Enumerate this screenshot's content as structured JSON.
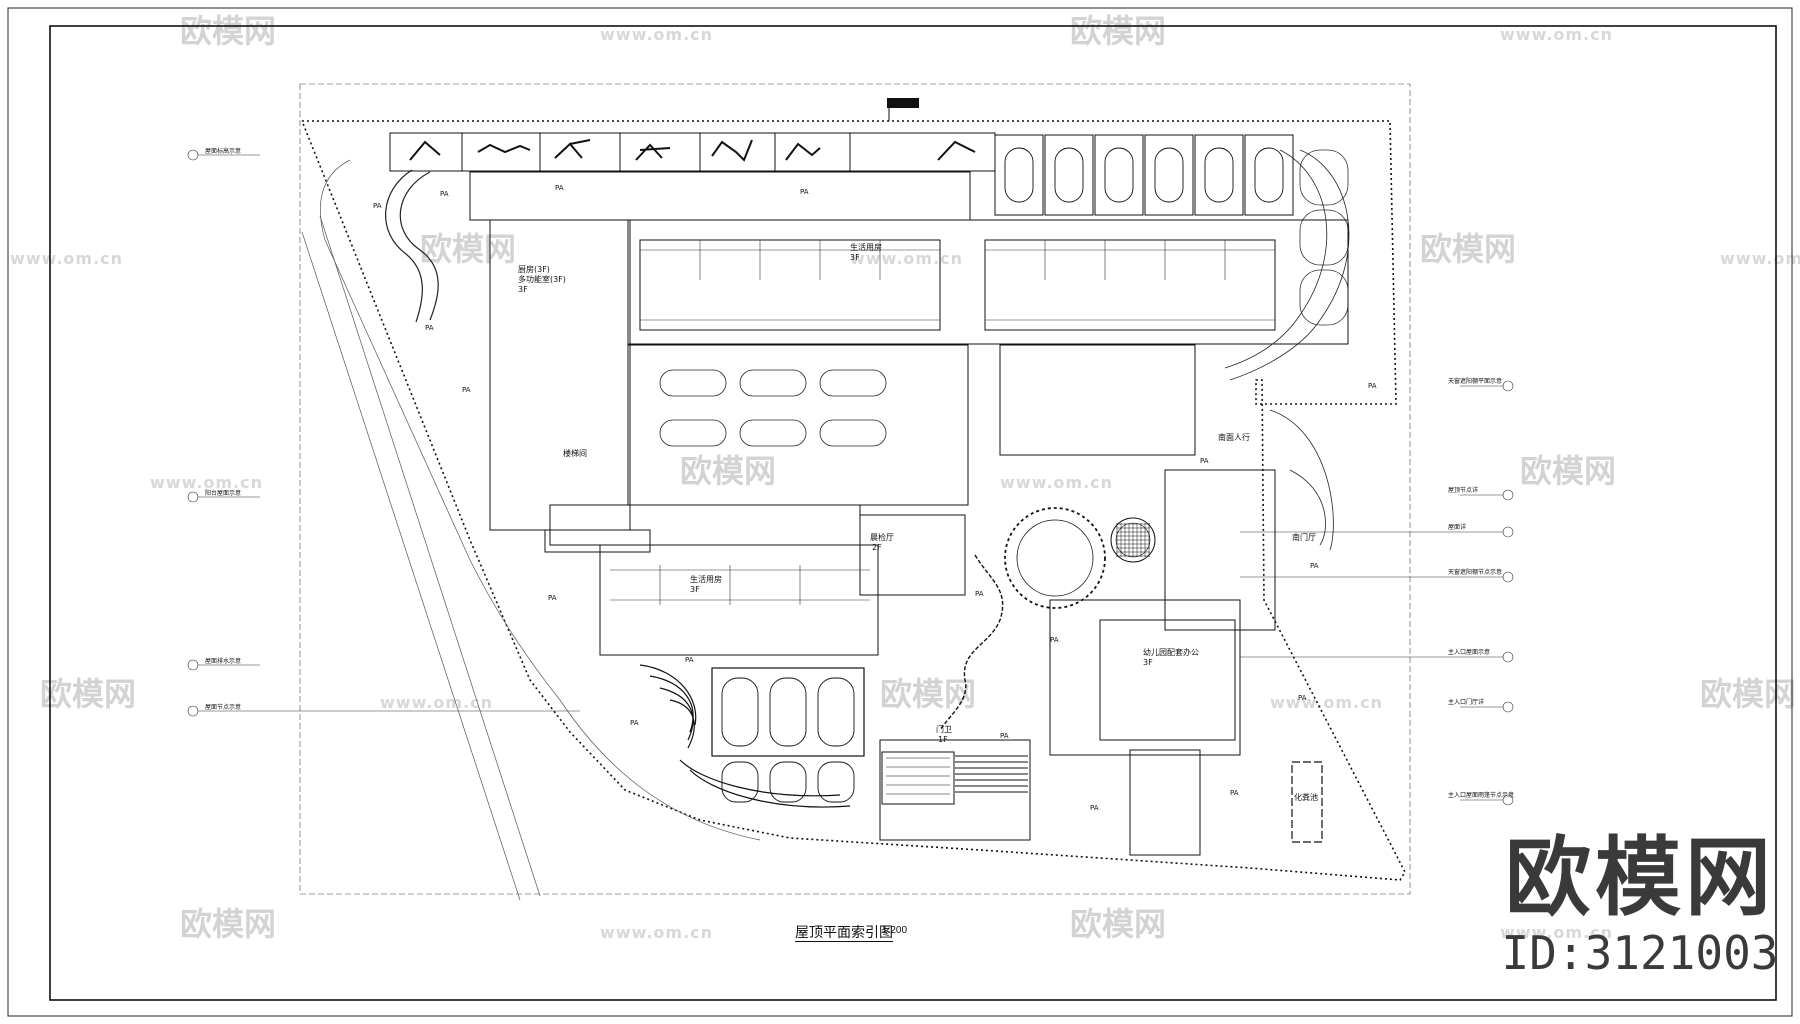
{
  "drawing": {
    "title": "屋顶平面索引图",
    "scale": "1:200"
  },
  "rooms": {
    "ground_pa": "PA",
    "classroom_block_a": "生活用房",
    "classroom_block_a_floor": "3F",
    "classroom_block_b": "生活用房",
    "classroom_block_b_floor": "3F",
    "kitchen_hall": "厨房(3F)",
    "multi_room": "多功能室(3F)",
    "multi_room_floor": "3F",
    "stair_room": "楼梯间",
    "hall": "晨检厅",
    "hall_floor": "2F",
    "admin_block": "幼儿园配套办公",
    "admin_floor": "3F",
    "gate": "门卫",
    "gate_floor": "1F",
    "septic": "化粪池",
    "entry_road": "南面人行",
    "east_label": "南门厅"
  },
  "callouts": {
    "left": [
      "屋面标高示意",
      "阳台屋面示意",
      "屋面排水示意",
      "屋面节点示意"
    ],
    "right": [
      "天窗遮阳棚平面示意",
      "屋顶节点详",
      "屋面详",
      "天窗遮阳棚节点示意",
      "主入口屋面示意",
      "主入口门厅详",
      "主入口屋面雨篷节点示意"
    ]
  },
  "watermark": {
    "brand": "欧模网",
    "url": "www.om.cn",
    "corner_brand": "欧模网",
    "corner_id": "ID:3121003"
  },
  "colors": {
    "line": "#1a1a1a",
    "watermark": "#cfcfcf"
  }
}
